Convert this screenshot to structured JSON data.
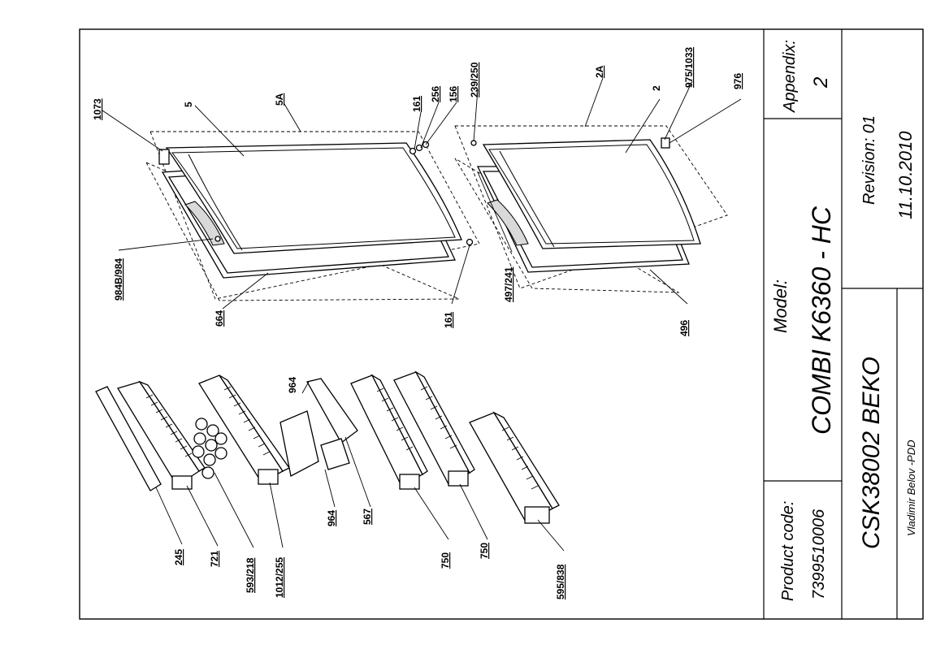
{
  "title_block": {
    "appendix_label": "Appendix:",
    "appendix_value": "2",
    "model_label": "Model:",
    "model_value": "COMBI K6360 - HC",
    "revision": "Revision: 01",
    "date": "11.10.2010",
    "product_code_label": "Product code:",
    "product_code_value": "7399510006",
    "doc_code": "CSK38002 BEKO",
    "author": "Vladimir Belov -PDD"
  },
  "callouts": [
    {
      "id": "c1073",
      "text": "1073"
    },
    {
      "id": "c5",
      "text": "5"
    },
    {
      "id": "c5A",
      "text": "5A"
    },
    {
      "id": "c161a",
      "text": "161"
    },
    {
      "id": "c256",
      "text": "256"
    },
    {
      "id": "c156",
      "text": "156"
    },
    {
      "id": "c239",
      "text": "239/250"
    },
    {
      "id": "c2A",
      "text": "2A"
    },
    {
      "id": "c2",
      "text": "2"
    },
    {
      "id": "c975",
      "text": "975/1033"
    },
    {
      "id": "c976",
      "text": "976"
    },
    {
      "id": "c984",
      "text": "984B/984"
    },
    {
      "id": "c664",
      "text": "664"
    },
    {
      "id": "c161b",
      "text": "161"
    },
    {
      "id": "c497",
      "text": "497/241"
    },
    {
      "id": "c496",
      "text": "496"
    },
    {
      "id": "c964a",
      "text": "964"
    },
    {
      "id": "c245",
      "text": "245"
    },
    {
      "id": "c721",
      "text": "721"
    },
    {
      "id": "c593",
      "text": "593/218"
    },
    {
      "id": "c1012",
      "text": "1012/255"
    },
    {
      "id": "c964b",
      "text": "964"
    },
    {
      "id": "c567",
      "text": "567"
    },
    {
      "id": "c750a",
      "text": "750"
    },
    {
      "id": "c750b",
      "text": "750"
    },
    {
      "id": "c595",
      "text": "595/838"
    }
  ]
}
